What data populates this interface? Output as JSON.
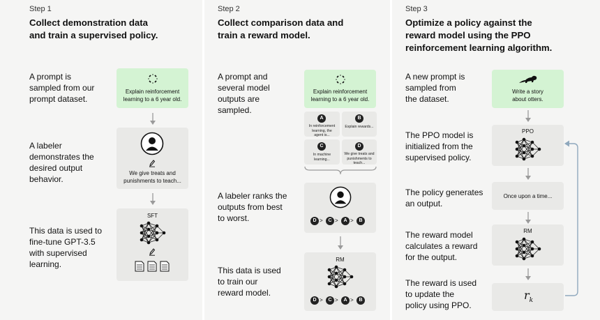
{
  "steps": [
    {
      "label": "Step 1",
      "title_line1": "Collect demonstration data",
      "title_line2": "and train a supervised policy.",
      "desc1": [
        "A prompt is",
        "sampled from our",
        "prompt dataset."
      ],
      "desc2": [
        "A labeler",
        "demonstrates the",
        "desired output",
        "behavior."
      ],
      "desc3": [
        "This data is used to",
        "fine-tune GPT-3.5",
        "with supervised",
        "learning."
      ],
      "prompt_line1": "Explain reinforcement",
      "prompt_line2": "learning to a 6 year old.",
      "demo_line1": "We give treats and",
      "demo_line2": "punishments to teach...",
      "model_label": "SFT"
    },
    {
      "label": "Step 2",
      "title_line1": "Collect comparison data and",
      "title_line2": "train a reward model.",
      "desc1": [
        "A prompt and",
        "several model",
        "outputs are",
        "sampled."
      ],
      "desc2": [
        "A labeler ranks the",
        "outputs from best",
        "to worst."
      ],
      "desc3": [
        "This data is used",
        "to train our",
        "reward model."
      ],
      "prompt_line1": "Explain reinforcement",
      "prompt_line2": "learning to a 6 year old.",
      "outputs": [
        {
          "letter": "A",
          "line1": "In reinforcement",
          "line2": "learning, the",
          "line3": "agent is..."
        },
        {
          "letter": "B",
          "line1": "Explain rewards...",
          "line2": "",
          "line3": ""
        },
        {
          "letter": "C",
          "line1": "In machine",
          "line2": "learning...",
          "line3": ""
        },
        {
          "letter": "D",
          "line1": "We give treats and",
          "line2": "punishments to",
          "line3": "teach..."
        }
      ],
      "ranking": [
        "D",
        "C",
        "A",
        "B"
      ],
      "ranking_sep": ">",
      "model_label": "RM"
    },
    {
      "label": "Step 3",
      "title_line1": "Optimize a policy against the",
      "title_line2": "reward model using the PPO",
      "title_line3": "reinforcement learning algorithm.",
      "desc1": [
        "A new prompt is",
        "sampled from",
        "the dataset."
      ],
      "desc2": [
        "The PPO model is",
        "initialized from the",
        "supervised policy."
      ],
      "desc3": [
        "The policy generates",
        "an output."
      ],
      "desc4": [
        "The reward model",
        "calculates a reward",
        "for the output."
      ],
      "desc5": [
        "The reward is used",
        "to update the",
        "policy using PPO."
      ],
      "prompt_line1": "Write a story",
      "prompt_line2": "about otters.",
      "ppo_label": "PPO",
      "output_text": "Once upon a time...",
      "rm_label": "RM",
      "reward_symbol": "r",
      "reward_sub": "k"
    }
  ],
  "colors": {
    "panel": "#f5f5f4",
    "box": "#e9e9e7",
    "prompt_box": "#d4f3d3",
    "arrow": "#9a9a9a",
    "feedback": "#8fa8bd"
  }
}
